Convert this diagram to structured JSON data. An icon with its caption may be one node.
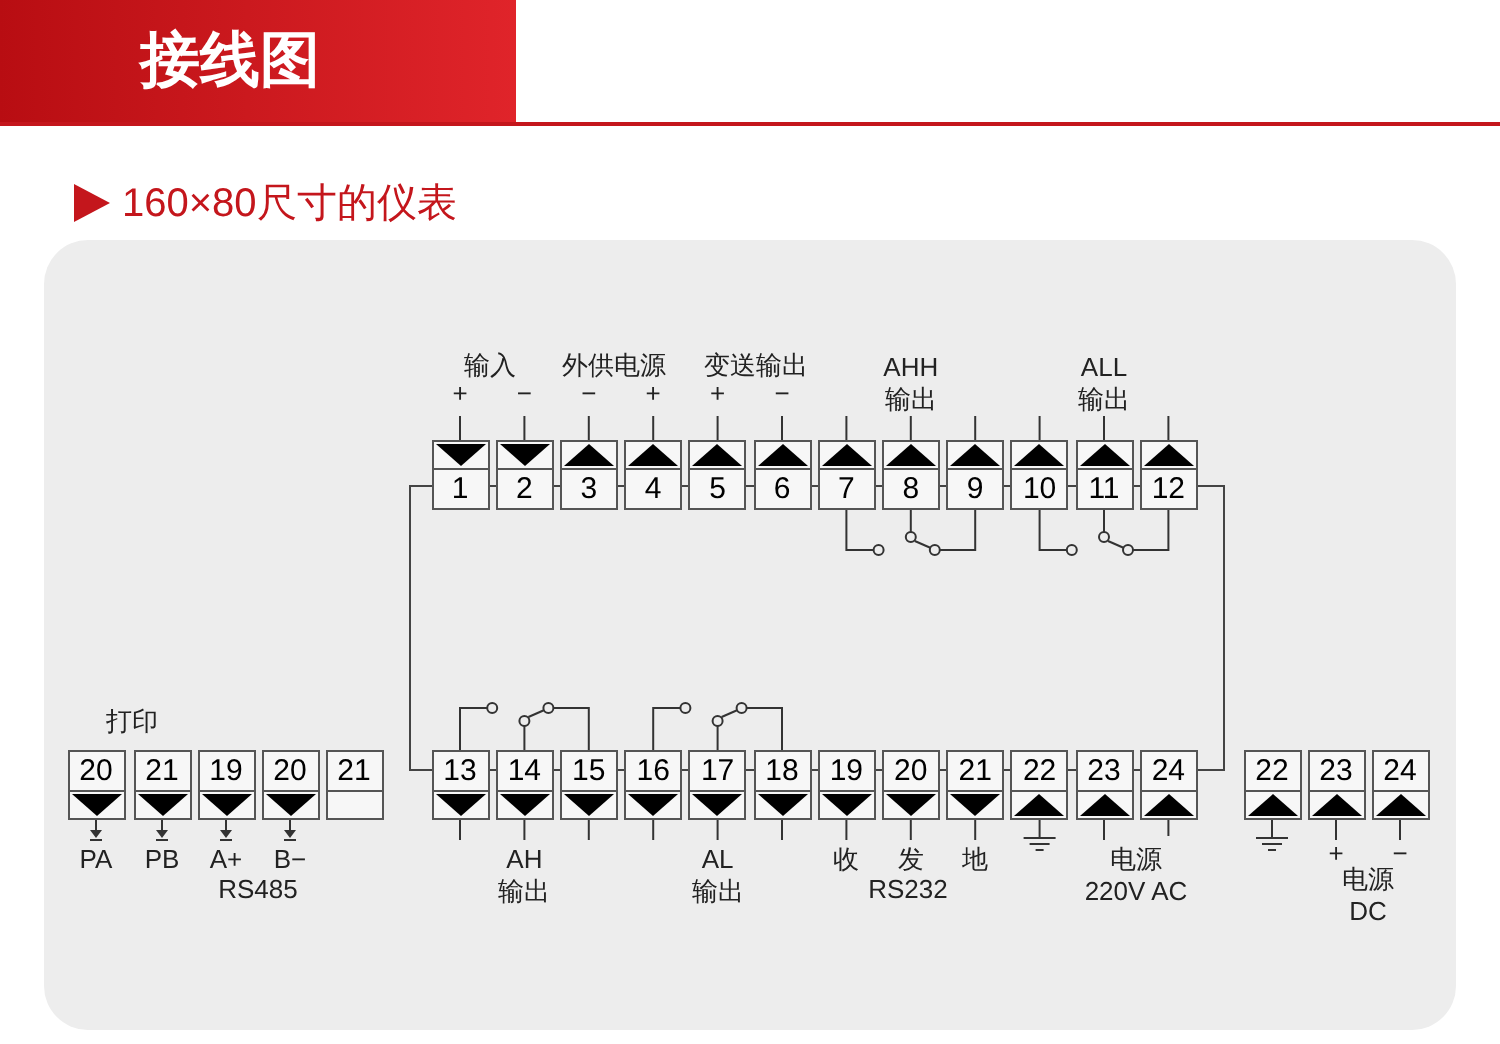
{
  "diagram": {
    "title": "接线图",
    "nodes": [
      {
        "text": [
          "1"
        ],
        "beside": [
          "+"
        ]
      },
      {
        "text": [
          "2"
        ],
        "beside": [
          "−"
        ]
      },
      {
        "text": [
          "3"
        ],
        "beside": [
          "−"
        ]
      },
      {
        "text": [
          "4"
        ],
        "beside": [
          "+"
        ]
      },
      {
        "text": [
          "5"
        ],
        "beside": [
          "+"
        ]
      },
      {
        "text": [
          "6"
        ],
        "beside": [
          "−"
        ]
      },
      {
        "text": [
          "7"
        ]
      },
      {
        "text": [
          "8"
        ],
        "beside": [
          "AHH 输出"
        ]
      },
      {
        "text": [
          "9"
        ]
      },
      {
        "text": [
          "10"
        ]
      },
      {
        "text": [
          "11"
        ],
        "beside": [
          "ALL 输出"
        ]
      },
      {
        "text": [
          "12"
        ]
      },
      {
        "text": [
          "13"
        ]
      },
      {
        "text": [
          "14"
        ],
        "beside": [
          "AH 输出"
        ]
      },
      {
        "text": [
          "15"
        ]
      },
      {
        "text": [
          "16"
        ]
      },
      {
        "text": [
          "17"
        ],
        "beside": [
          "AL 输出"
        ]
      },
      {
        "text": [
          "18"
        ]
      },
      {
        "text": [
          "19"
        ],
        "beside": [
          "收"
        ]
      },
      {
        "text": [
          "20"
        ],
        "beside": [
          "发"
        ]
      },
      {
        "text": [
          "21"
        ],
        "beside": [
          "地"
        ]
      },
      {
        "text": [
          "22"
        ]
      },
      {
        "text": [
          "23"
        ],
        "beside": [
          "电源 220V AC"
        ]
      },
      {
        "text": [
          "24"
        ]
      },
      {
        "text": [
          "20"
        ]
      },
      {
        "text": [
          "21"
        ]
      },
      {
        "text": [
          "19"
        ]
      },
      {
        "text": [
          "20"
        ]
      },
      {
        "text": [
          "21"
        ]
      },
      {
        "text": [
          "22"
        ]
      },
      {
        "text": [
          "23"
        ],
        "beside": [
          "+"
        ]
      },
      {
        "text": [
          "24"
        ],
        "beside": [
          "−"
        ]
      }
    ],
    "labels": [
      "160×80尺寸的仪表",
      "输入",
      "外供电源",
      "变送输出",
      "打印",
      "PA",
      "PB",
      "A+",
      "B−",
      "RS485",
      "RS232",
      "电源 DC"
    ]
  }
}
